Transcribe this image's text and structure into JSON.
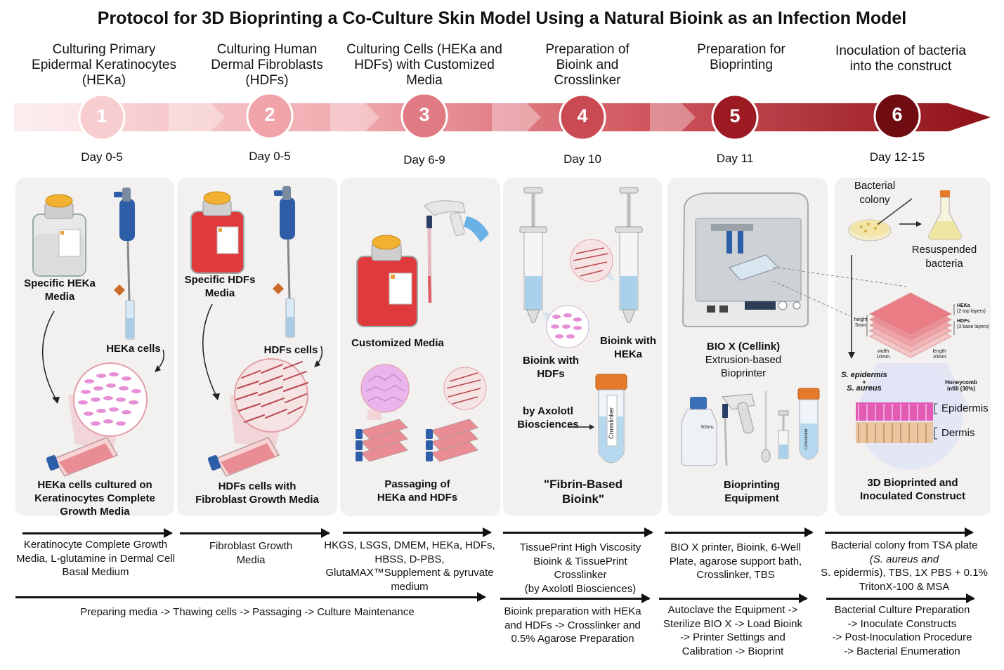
{
  "title": "Protocol for 3D Bioprinting a Co-Culture Skin Model Using a Natural Bioink as an Infection Model",
  "colors": {
    "s1": "#f7cdd0",
    "s2": "#f0a3a9",
    "s3": "#e07a83",
    "s4": "#c94a52",
    "s5": "#9c1a22",
    "s6": "#6e0c12",
    "panel": "#f3f0f0"
  },
  "steps": [
    {
      "number": "1",
      "title_lines": [
        "Culturing Primary",
        "Epidermal Keratinocytes",
        "(HEKa)"
      ],
      "day": "Day 0-5"
    },
    {
      "number": "2",
      "title_lines": [
        "Culturing Human",
        "Dermal Fibroblasts",
        "(HDFs)"
      ],
      "day": "Day 0-5"
    },
    {
      "number": "3",
      "title_lines": [
        "Culturing Cells (HEKa and",
        "HDFs)  with Customized",
        "Media"
      ],
      "day": "Day 6-9"
    },
    {
      "number": "4",
      "title_lines": [
        "Preparation of",
        "Bioink and",
        "Crosslinker"
      ],
      "day": "Day 10"
    },
    {
      "number": "5",
      "title_lines": [
        "Preparation for",
        "Bioprinting"
      ],
      "day": "Day 11"
    },
    {
      "number": "6",
      "title_lines": [
        "Inoculation of bacteria",
        "into the construct"
      ],
      "day": "Day 12-15"
    }
  ],
  "panel1": {
    "media_lines": [
      "Specific HEKa",
      "Media"
    ],
    "cells": "HEKa cells",
    "caption_lines": [
      "HEKa cells cultured on",
      "Keratinocytes Complete",
      "Growth Media"
    ]
  },
  "panel2": {
    "media_lines": [
      "Specific HDFs",
      "Media"
    ],
    "cells": "HDFs cells",
    "caption_lines": [
      "HDFs cells with",
      "Fibroblast  Growth Media"
    ]
  },
  "panel3": {
    "media": "Customized Media",
    "caption_lines": [
      "Passaging of",
      "HEKa and HDFs"
    ]
  },
  "panel4": {
    "left_lines": [
      "Bioink with",
      "HDFs"
    ],
    "right_lines": [
      "Bioink with",
      "HEKa"
    ],
    "vendor_lines": [
      "by Axolotl",
      "Biosciences"
    ],
    "tube": "Crosslinker",
    "caption_lines": [
      "\"Fibrin-Based",
      "Bioink\""
    ]
  },
  "panel5": {
    "printer_bold": "BIO X (Cellink)",
    "printer_lines": [
      "Extrusion-based",
      "Bioprinter"
    ],
    "bottle": "500mL",
    "tube": "Crosslinker",
    "caption_lines": [
      "Bioprinting",
      "Equipment"
    ]
  },
  "panel6": {
    "colony_lines": [
      "Bacterial",
      "colony"
    ],
    "resuspended_lines": [
      "Resuspended",
      "bacteria"
    ],
    "heka_label": "HEKa",
    "heka_sub": "(2 top layers)",
    "hdfs_label": "HDFs",
    "hdfs_sub": "(3 base layers)",
    "height": "height",
    "height_val": "5mm",
    "width": "width",
    "width_val": "10mm",
    "length": "length",
    "length_val": "10mm",
    "bacteria_1": "S. epidermis",
    "plus": "+",
    "bacteria_2": "S. aureus",
    "infill_lines": [
      "Honeycomb",
      "infill (30%)"
    ],
    "epidermis": "Epidermis",
    "dermis": "Dermis",
    "caption_lines": [
      "3D Bioprinted and",
      "Inoculated Construct"
    ]
  },
  "materials": [
    [
      "Keratinocyte Complete Growth",
      "Media, L-glutamine in Dermal Cell",
      "Basal Medium"
    ],
    [
      "Fibroblast Growth",
      "Media"
    ],
    [
      "HKGS, LSGS, DMEM, HEKa, HDFs,",
      "HBSS, D-PBS,",
      "GlutaMAX™Supplement & pyruvate",
      "medium"
    ],
    [
      "TissuePrint High Viscosity",
      "Bioink & TissuePrint",
      "Crosslinker",
      "(by Axolotl Biosciences)"
    ],
    [
      "BIO X printer, Bioink, 6-Well",
      "Plate, agarose support bath,",
      "Crosslinker, TBS"
    ],
    [
      "Bacterial colony from TSA plate",
      "(S.  aureus and",
      "S. epidermis), TBS, 1X PBS + 0.1%",
      "TritonX-100 & MSA"
    ]
  ],
  "procedures": [
    [
      "Preparing media -> Thawing cells -> Passaging -> Culture Maintenance"
    ],
    [
      "Bioink preparation with HEKa",
      "and HDFs -> Crosslinker and",
      "0.5% Agarose Preparation"
    ],
    [
      "Autoclave the Equipment  ->",
      "Sterilize BIO X -> Load Bioink",
      "-> Printer Settings and",
      "Calibration -> Bioprint"
    ],
    [
      "Bacterial Culture Preparation",
      "-> Inoculate Constructs",
      "-> Post-Inoculation Procedure",
      "-> Bacterial Enumeration"
    ]
  ]
}
